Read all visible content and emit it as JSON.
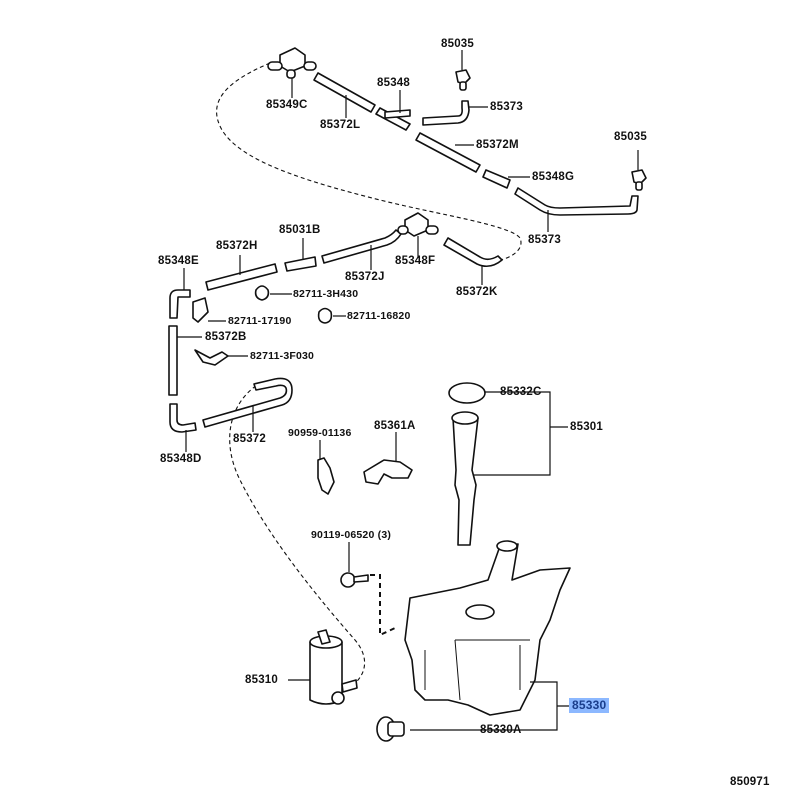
{
  "diagram": {
    "title": "Windshield washer parts diagram",
    "diagram_code": "850971",
    "highlight_color": "#8cb8ff",
    "highlighted_part": "85330",
    "labels": {
      "p85035_top": "85035",
      "p85348": "85348",
      "p85349C": "85349C",
      "p85373_top": "85373",
      "p85372L": "85372L",
      "p85372M": "85372M",
      "p85035_right": "85035",
      "p85348G": "85348G",
      "p85373_right": "85373",
      "p85031B": "85031B",
      "p85372H": "85372H",
      "p85348E": "85348E",
      "p85372J": "85372J",
      "p85348F": "85348F",
      "p85372K": "85372K",
      "p82711_3H430": "82711-3H430",
      "p82711_17190": "82711-17190",
      "p82711_16820": "82711-16820",
      "p85372B": "85372B",
      "p82711_3F030": "82711-3F030",
      "p85372": "85372",
      "p85348D": "85348D",
      "p90959_01136": "90959-01136",
      "p85361A": "85361A",
      "p85332C": "85332C",
      "p85301": "85301",
      "p90119_06520": "90119-06520 (3)",
      "p85310": "85310",
      "p85330": "85330",
      "p85330A": "85330A"
    }
  }
}
